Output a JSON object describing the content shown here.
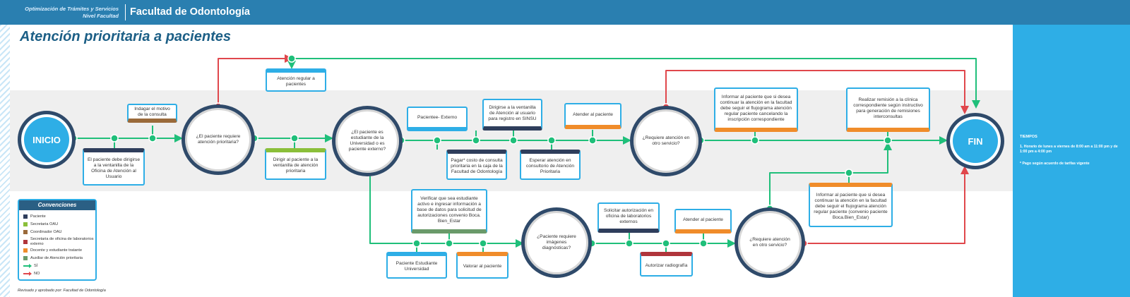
{
  "header": {
    "subtitle_line1": "Optimización de Trámites y Servicios",
    "subtitle_line2": "Nivel Facultad",
    "title": "Facultad de Odontología"
  },
  "page_title": "Atención prioritaria a pacientes",
  "colors": {
    "header": "#2a7fb0",
    "accent": "#2eaee6",
    "yes_arrow": "#1fbf7a",
    "no_arrow": "#e0474c",
    "node_ring": "#2f4a6a"
  },
  "nodes": {
    "inicio": "INICIO",
    "fin": "FIN",
    "indagar": "Indagar el motivo de la consulta",
    "dirigirse_ventanilla": "El paciente debe dirigirse a la ventanilla de la Oficina de Atención al Usuario",
    "q_prioritaria": "¿El paciente requiere atención prioritaria?",
    "atencion_regular": "Atención regular a pacientes",
    "dirigir_paciente": "Dirigir al paciente a la ventanilla de atención prioritaria",
    "q_estudiante": "¿El paciente es estudiante de la Universidad o es paciente externo?",
    "paciente_externo": "Pacientee- Externo",
    "pagar": "Pagar* costo de consulta prioritaria en la caja de la Facultad de Odontología",
    "dirigirse_sinsu": "Dirigirse a la ventanilla de Atención al usuario para registro en SINSU",
    "esperar": "Esperar atención en consultorio de Atención Prioritaria",
    "atender_1": "Atender al paciente",
    "q_otro_1": "¿Requiere atención en otro servicio?",
    "informar_1": "Informar al paciente que si desea continuar la atención en la facultad debe seguir el flujograma atención regular paciente cancelando la inscripción correspondiente",
    "remision": "Realizar remisión a la clínica correspondiente según instructivo para generación de remisiones interconsultas",
    "verificar": "Verificar que sea estudiante activo e ingresar información a base de datos para solicitud de autorizaciones convenio Boca. Bien_Estar",
    "paciente_estudiante": "Paciente Estudiante Universidad",
    "valorar": "Valorar al paciente",
    "q_imagenes": "¿Paciente requiere imágenes diagnósticas?",
    "solicitar": "Solicitar autorización en oficina de laboratorios externos",
    "autorizar": "Autorizar radiografía",
    "atender_2": "Atender al paciente",
    "q_otro_2": "¿Requiere atención en otro servicio?",
    "informar_2": "Informar al paciente que si desea continuar la atención en la facultad debe seguir el flujograma atención regular paciente (convenio paciente Boca.Bien_Estar)"
  },
  "legend": {
    "title": "Convenciones",
    "items": [
      {
        "label": "Paciente",
        "color": "#2f3e5c"
      },
      {
        "label": "Secretaria OAU",
        "color": "#8bbf3a"
      },
      {
        "label": "Coordinador OAU",
        "color": "#9a6a3a"
      },
      {
        "label": "Secretaria de oficina de laboratorios externo",
        "color": "#b0353b"
      },
      {
        "label": "Docente y estudiante tratante",
        "color": "#f08c2a"
      },
      {
        "label": "Auxiliar de Atención prioritaria",
        "color": "#6a9a6a"
      }
    ],
    "yes_label": "SÍ",
    "no_label": "NO"
  },
  "sidebar": {
    "heading": "TIEMPOS",
    "item1": "1. Horario de lunes a viernes de 8:00 am a 11:00 pm y de 1:00 pm a 4:00 pm",
    "item2": "* Pago según acuerdo de tarifas vigente"
  },
  "footer": "Revisado y aprobado por: Facultad de Odontología"
}
